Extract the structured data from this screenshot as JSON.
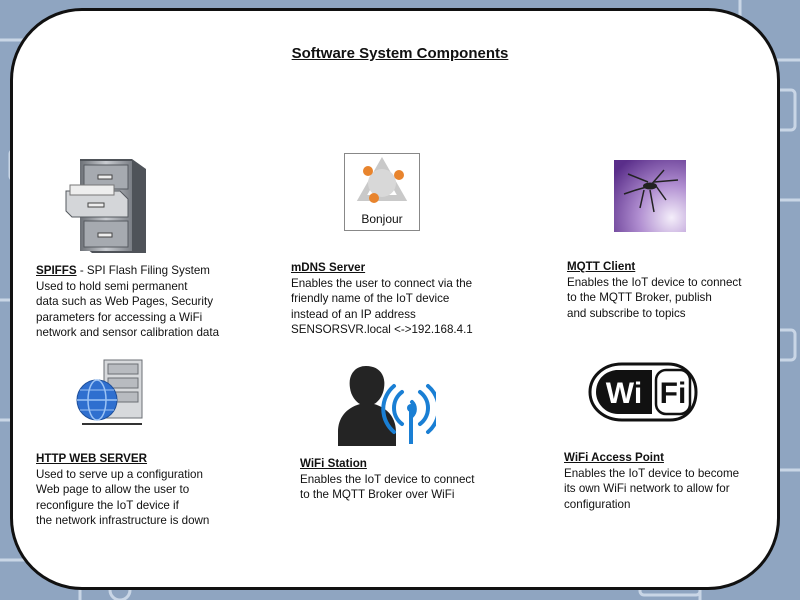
{
  "title": "Software System Components",
  "colors": {
    "card_border": "#111111",
    "background": "#8fa5c1",
    "wifi_blue": "#1a7fd4",
    "mqtt_purple": "#6a3f99"
  },
  "components": [
    {
      "id": "spiffs",
      "icon": "filing-cabinet-icon",
      "heading": "SPIFFS",
      "heading_suffix": " - SPI Flash Filing System",
      "lines": [
        "Used to hold semi permanent",
        "data such as Web Pages, Security",
        "parameters for accessing a WiFi",
        "network  and sensor calibration data"
      ]
    },
    {
      "id": "mdns",
      "icon": "bonjour-icon",
      "icon_label": "Bonjour",
      "heading": "mDNS Server",
      "heading_suffix": "",
      "lines": [
        "Enables the user to connect  via the",
        "friendly name of the IoT device",
        "instead of an IP address",
        "SENSORSVR.local <->192.168.4.1"
      ]
    },
    {
      "id": "mqtt",
      "icon": "mosquitto-icon",
      "heading": "MQTT Client",
      "heading_suffix": "",
      "lines": [
        "Enables the IoT device to connect",
        "to the MQTT Broker, publish",
        "and subscribe to topics"
      ]
    },
    {
      "id": "http",
      "icon": "web-server-icon",
      "heading": "HTTP WEB SERVER",
      "heading_suffix": "",
      "lines": [
        "Used to serve up a configuration",
        "Web page to allow the user to",
        "reconfigure the IoT device if",
        "the network infrastructure is down"
      ]
    },
    {
      "id": "wifi_station",
      "icon": "wifi-station-icon",
      "heading": "WiFi Station",
      "heading_suffix": "",
      "lines": [
        "Enables the IoT device to connect",
        "to the MQTT Broker over WiFi"
      ]
    },
    {
      "id": "wifi_ap",
      "icon": "wifi-logo-icon",
      "icon_label": "WiFi",
      "heading": "WiFi Access Point",
      "heading_suffix": "",
      "lines": [
        "Enables the IoT device to become",
        "its own WiFi network  to allow for",
        "configuration"
      ]
    }
  ]
}
